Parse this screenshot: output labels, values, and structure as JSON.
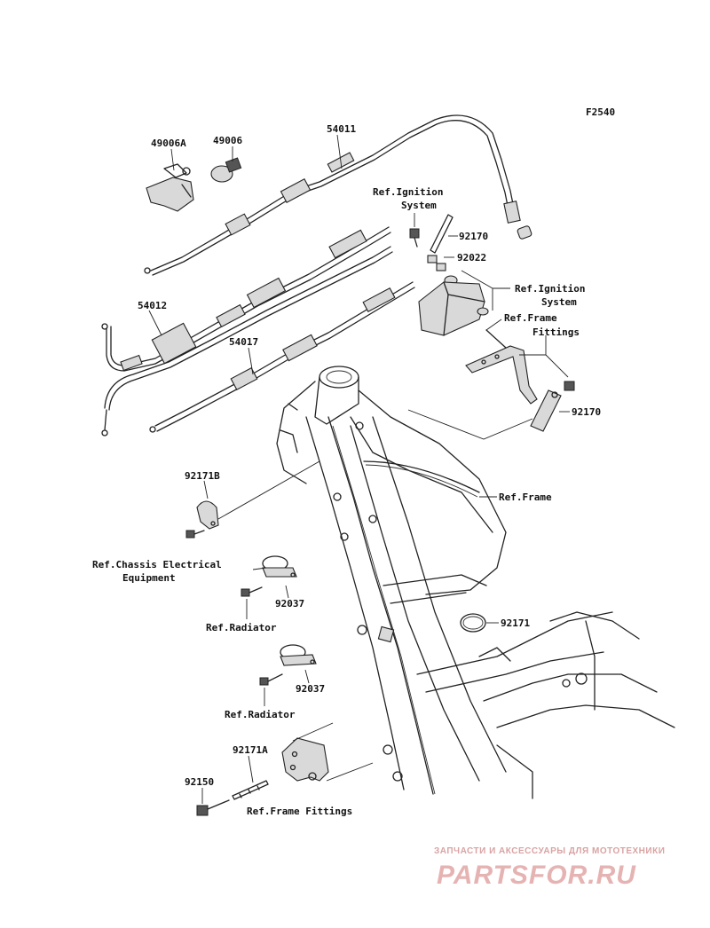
{
  "figure_code": "F2540",
  "part_numbers": {
    "p49006A": "49006A",
    "p49006": "49006",
    "p54011": "54011",
    "p54012": "54012",
    "p54017": "54017",
    "p92170_top": "92170",
    "p92022": "92022",
    "p92170_mid": "92170",
    "p92171B": "92171B",
    "p92037_a": "92037",
    "p92037_b": "92037",
    "p92171": "92171",
    "p92171A": "92171A",
    "p92150": "92150"
  },
  "references": {
    "ignition_top_line1": "Ref.Ignition",
    "ignition_top_line2": "System",
    "ignition_mid_line1": "Ref.Ignition",
    "ignition_mid_line2": "System",
    "frame_fittings_top_line1": "Ref.Frame",
    "frame_fittings_top_line2": "Fittings",
    "frame": "Ref.Frame",
    "chassis_electrical_line1": "Ref.Chassis Electrical",
    "chassis_electrical_line2": "Equipment",
    "radiator_a": "Ref.Radiator",
    "radiator_b": "Ref.Radiator",
    "frame_fittings_bottom": "Ref.Frame Fittings"
  },
  "watermark": {
    "tagline": "ЗАПЧАСТИ И АКСЕССУАРЫ ДЛЯ МОТОТЕХНИКИ",
    "logo": "PARTSFOR.RU"
  },
  "colors": {
    "line": "#222222",
    "watermark": "#e6b3b3"
  }
}
